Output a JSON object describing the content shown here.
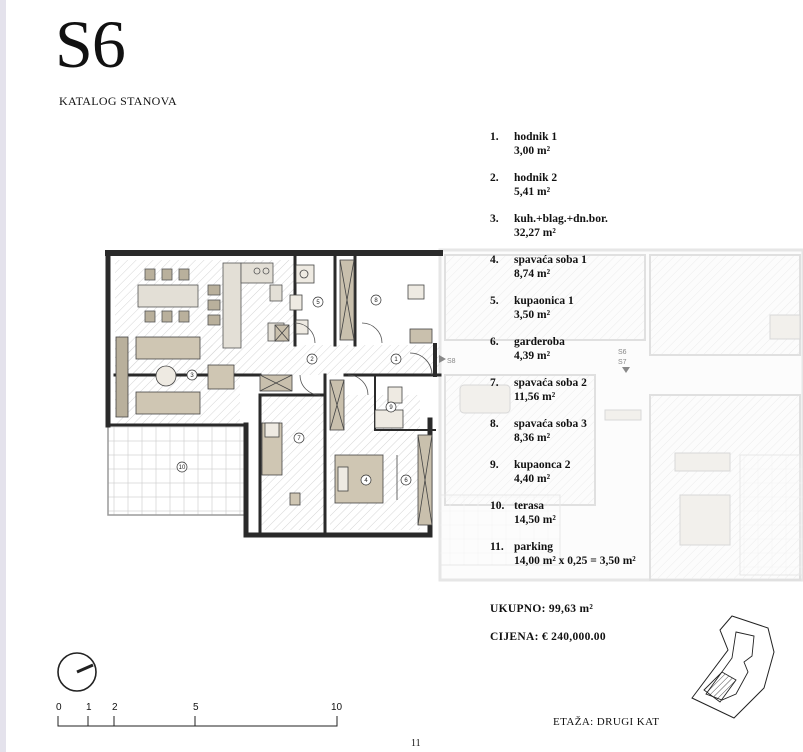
{
  "title": "S6",
  "subtitle": "KATALOG STANOVA",
  "rooms": [
    {
      "num": "1.",
      "name": "hodnik 1",
      "area": "3,00 m²"
    },
    {
      "num": "2.",
      "name": "hodnik 2",
      "area": "5,41 m²"
    },
    {
      "num": "3.",
      "name": "kuh.+blag.+dn.bor.",
      "area": "32,27 m²"
    },
    {
      "num": "4.",
      "name": "spavaća soba 1",
      "area": "8,74 m²"
    },
    {
      "num": "5.",
      "name": "kupaonica 1",
      "area": "3,50 m²"
    },
    {
      "num": "6.",
      "name": "garderoba",
      "area": "4,39 m²"
    },
    {
      "num": "7.",
      "name": "spavaća soba 2",
      "area": "11,56 m²"
    },
    {
      "num": "8.",
      "name": "spavaća soba 3",
      "area": "8,36 m²"
    },
    {
      "num": "9.",
      "name": "kupaonca 2",
      "area": "4,40 m²"
    },
    {
      "num": "10.",
      "name": "terasa",
      "area": "14,50 m²"
    },
    {
      "num": "11.",
      "name": "parking",
      "area": "14,00 m² x 0,25 = 3,50 m²"
    }
  ],
  "total": "UKUPNO: 99,63 m²",
  "price": "CIJENA:  € 240,000.00",
  "floor": "ETAŽA: DRUGI KAT",
  "page_number": "11",
  "scale_labels": [
    "0",
    "1",
    "2",
    "5",
    "10"
  ],
  "plan_labels": {
    "s8": "S8",
    "s6": "S6",
    "s7": "S7",
    "room_tags": [
      "1",
      "2",
      "3",
      "4",
      "5",
      "6",
      "7",
      "8",
      "9",
      "10"
    ]
  },
  "colors": {
    "wall": "#2a2a2a",
    "furniture": "#d8d2c6",
    "furniture_dark": "#b9b09c",
    "floor_hatch": "#cfcfcf",
    "neighbor_fade": "#eeeeee"
  }
}
